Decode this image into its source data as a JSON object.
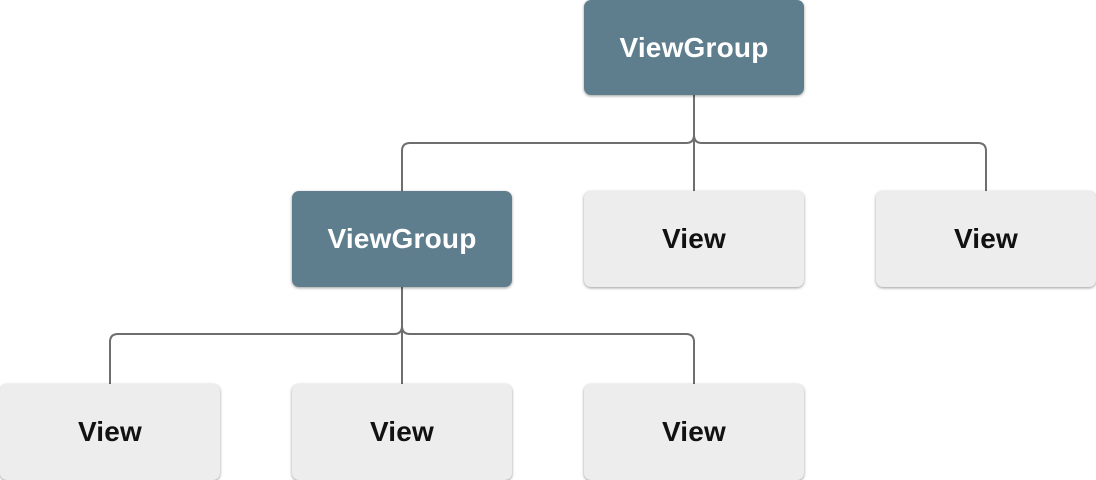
{
  "colors": {
    "viewgroup_fill": "#5f7e8d",
    "viewgroup_text": "#ffffff",
    "view_fill": "#ededed",
    "view_text": "#111111",
    "connector": "#6e6e6e",
    "background": "#ffffff"
  },
  "tree": {
    "label": "ViewGroup",
    "kind": "viewgroup",
    "children": [
      {
        "label": "ViewGroup",
        "kind": "viewgroup",
        "children": [
          {
            "label": "View",
            "kind": "view"
          },
          {
            "label": "View",
            "kind": "view"
          },
          {
            "label": "View",
            "kind": "view"
          }
        ]
      },
      {
        "label": "View",
        "kind": "view"
      },
      {
        "label": "View",
        "kind": "view"
      }
    ]
  }
}
